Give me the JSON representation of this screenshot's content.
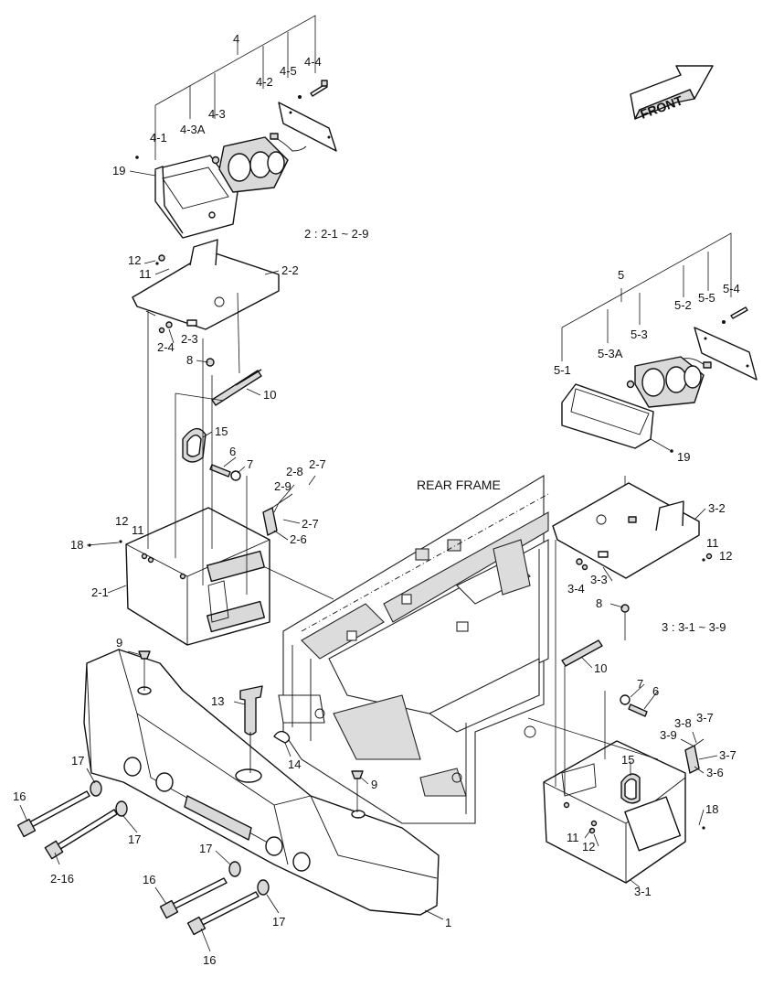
{
  "labels": {
    "l_4": "4",
    "l_4_1": "4-1",
    "l_4_2": "4-2",
    "l_4_3": "4-3",
    "l_4_3a": "4-3A",
    "l_4_4": "4-4",
    "l_4_5": "4-5",
    "l_19a": "19",
    "l_range2": "2 : 2-1 ~ 2-9",
    "l_12a": "12",
    "l_11a": "11",
    "l_2_2": "2-2",
    "l_2_3": "2-3",
    "l_2_4": "2-4",
    "l_8a": "8",
    "l_10a": "10",
    "l_15a": "15",
    "l_6a": "6",
    "l_7a": "7",
    "l_2_8": "2-8",
    "l_2_7a": "2-7",
    "l_2_9": "2-9",
    "l_2_7b": "2-7",
    "l_2_6": "2-6",
    "l_12b": "12",
    "l_11b": "11",
    "l_18a": "18",
    "l_2_1": "2-1",
    "l_rear": "REAR FRAME",
    "l_5": "5",
    "l_5_1": "5-1",
    "l_5_2": "5-2",
    "l_5_3": "5-3",
    "l_5_3a": "5-3A",
    "l_5_4": "5-4",
    "l_5_5": "5-5",
    "l_19b": "19",
    "l_3_2": "3-2",
    "l_11c": "11",
    "l_12c": "12",
    "l_3_3": "3-3",
    "l_3_4": "3-4",
    "l_8b": "8",
    "l_range3": "3 : 3-1 ~ 3-9",
    "l_10b": "10",
    "l_7b": "7",
    "l_6b": "6",
    "l_3_8": "3-8",
    "l_3_7a": "3-7",
    "l_3_9": "3-9",
    "l_3_7b": "3-7",
    "l_15b": "15",
    "l_3_6": "3-6",
    "l_18b": "18",
    "l_11d": "11",
    "l_12d": "12",
    "l_3_1": "3-1",
    "l_9a": "9",
    "l_13": "13",
    "l_14": "14",
    "l_9b": "9",
    "l_17a": "17",
    "l_16a": "16",
    "l_17b": "17",
    "l_2_16": "2-16",
    "l_17c": "17",
    "l_16b": "16",
    "l_17d": "17",
    "l_16c": "16",
    "l_1": "1",
    "front": "FRONT"
  }
}
